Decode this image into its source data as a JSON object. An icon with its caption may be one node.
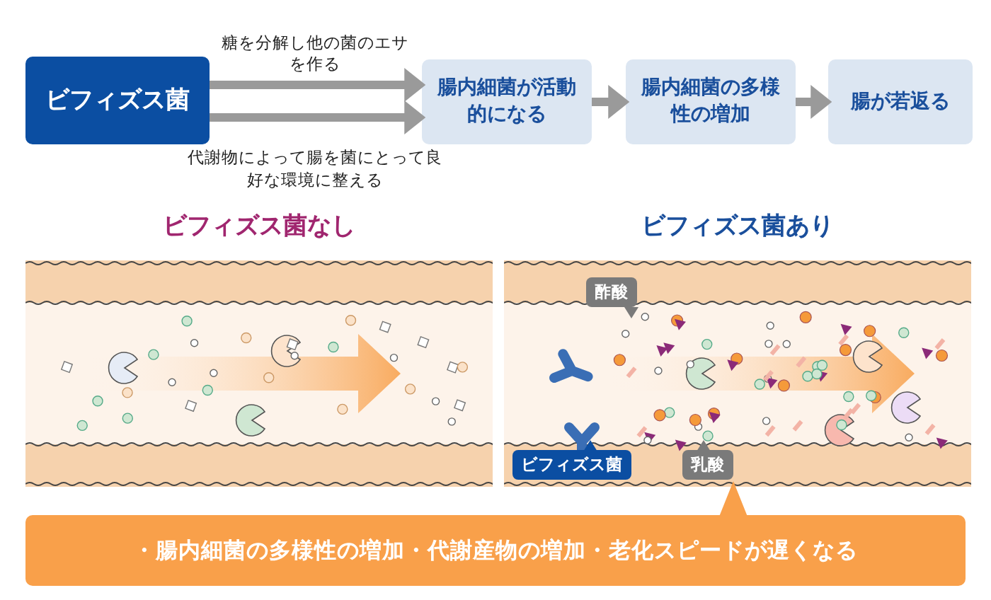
{
  "diagram": {
    "nodes": [
      {
        "text": [
          "ビフィズス菌"
        ]
      },
      {
        "text": [
          "腸内細菌が活動的になる"
        ]
      },
      {
        "text": [
          "腸内細菌の多様性の増加"
        ]
      },
      {
        "text": [
          "腸が若返る"
        ]
      },
      {
        "text": [
          "ビフィズス菌なし"
        ]
      },
      {
        "text": [
          "ビフィズス菌あり"
        ]
      },
      {
        "text": [
          "酢酸"
        ],
        "in": 5
      },
      {
        "text": [
          "ビフィズス菌"
        ],
        "in": 5
      },
      {
        "text": [
          "乳酸"
        ],
        "in": 5
      },
      {
        "text": [
          "・腸内細菌の多様性の増加・代謝産物の増加・老化スピードが遅くなる"
        ]
      }
    ],
    "edges": [
      {
        "from": 0,
        "to": 1,
        "arrow": "to",
        "label": "糖を分解し他の菌のエサを作る"
      },
      {
        "from": 0,
        "to": 1,
        "arrow": "to",
        "label": "代謝物によって腸を菌にとって良好な環境に整える"
      },
      {
        "from": 1,
        "to": 2,
        "arrow": "to"
      },
      {
        "from": 2,
        "to": 3,
        "arrow": "to"
      }
    ]
  }
}
